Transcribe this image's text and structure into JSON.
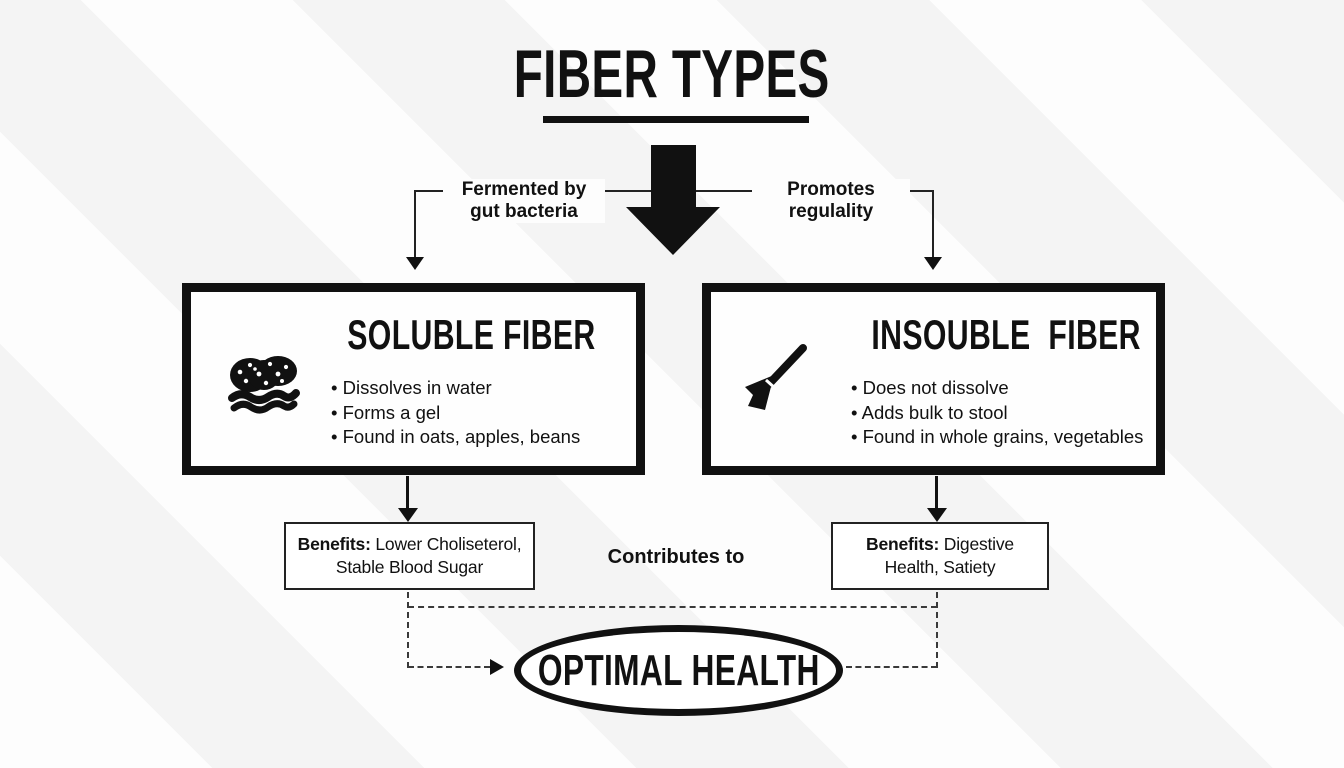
{
  "title": "FIBER TYPES",
  "connectors": {
    "left_label_line1": "Fermented by",
    "left_label_line2": "gut bacteria",
    "right_label_line1": "Promotes",
    "right_label_line2": "regulality",
    "contributes_label": "Contributes to"
  },
  "boxes": [
    {
      "heading": "SOLUBLE FIBER",
      "icon": "sponge-icon",
      "bullets": [
        "Dissolves in water",
        "Forms a gel",
        "Found in oats, apples, beans"
      ],
      "benefits": {
        "label": "Benefits:",
        "line1": "Lower Choliseterol,",
        "line2": "Stable Blood Sugar"
      }
    },
    {
      "heading": "INSOUBLE FIBER",
      "icon": "broom-icon",
      "bullets": [
        "Does not dissolve",
        "Adds bulk to stool",
        "Found in whole grains, vegetables"
      ],
      "benefits": {
        "label": "Benefits:",
        "line1": "Digestive",
        "line2": "Health, Satiety"
      }
    }
  ],
  "result": {
    "label": "OPTIMAL HEALTH"
  },
  "colors": {
    "ink": "#111111",
    "line": "#222222",
    "background": "#fdfdfd",
    "stripe": "#f2f2f2"
  }
}
